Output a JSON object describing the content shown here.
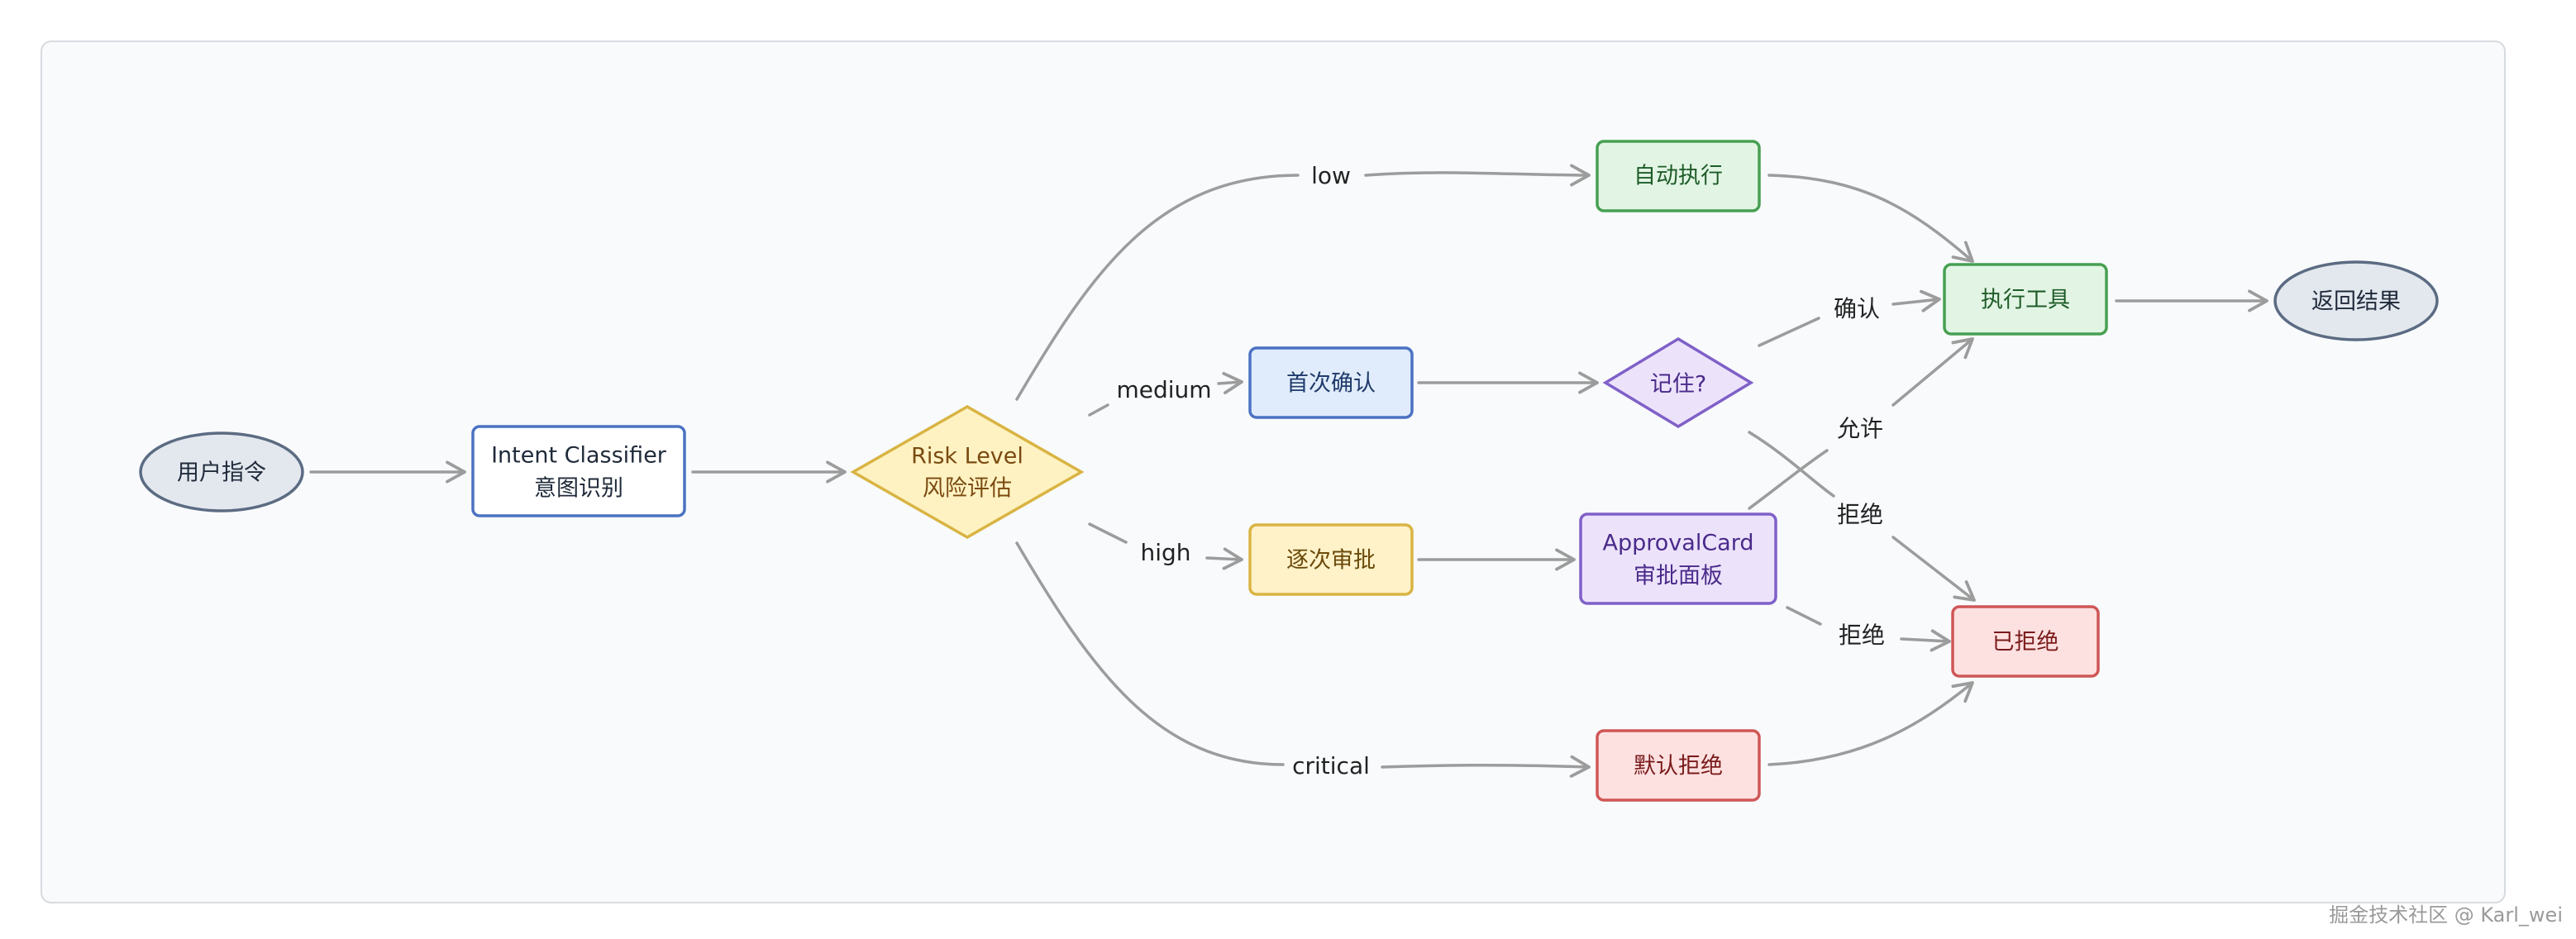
{
  "nodes": {
    "user_command": "用户指令",
    "intent_classifier": {
      "line1": "Intent Classifier",
      "line2": "意图识别"
    },
    "risk_level": {
      "line1": "Risk Level",
      "line2": "风险评估"
    },
    "auto_execute": "自动执行",
    "first_confirm": "首次确认",
    "remember": "记住?",
    "step_approval": "逐次审批",
    "approval_card": {
      "line1": "ApprovalCard",
      "line2": "审批面板"
    },
    "default_reject": "默认拒绝",
    "execute_tool": "执行工具",
    "rejected": "已拒绝",
    "return_result": "返回结果"
  },
  "edge_labels": {
    "low": "low",
    "medium": "medium",
    "high": "high",
    "critical": "critical",
    "confirm": "确认",
    "reject_remember": "拒绝",
    "allow": "允许",
    "reject_approval": "拒绝"
  },
  "colors": {
    "edge": "#9c9c9c",
    "terminal_fill": "#e3e8ef",
    "terminal_stroke": "#5b6b82",
    "classifier_stroke": "#4b72c2",
    "decision_fill": "#fff2c2",
    "decision_stroke": "#d9b443",
    "green_fill": "#e2f5e4",
    "green_stroke": "#47a052",
    "blue_fill": "#e0ecfb",
    "blue_stroke": "#4b72c2",
    "purple_fill": "#ece3fb",
    "purple_stroke": "#8060c8",
    "yellow_fill": "#fff2c9",
    "yellow_stroke": "#d9b443",
    "red_fill": "#fde1e1",
    "red_stroke": "#d05656"
  },
  "watermark": "掘金技术社区 @ Karl_wei"
}
